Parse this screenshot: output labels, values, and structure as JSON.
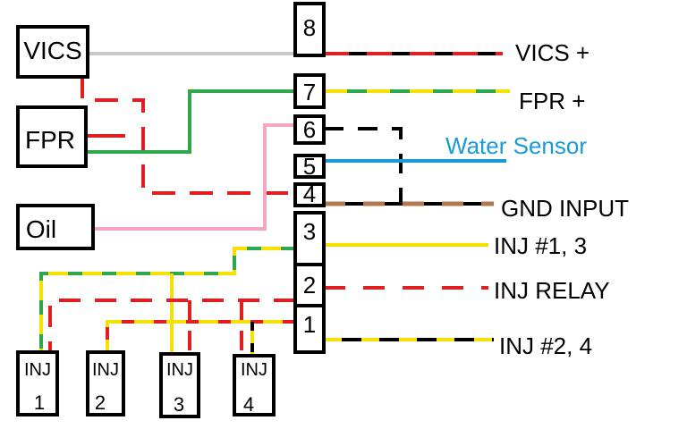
{
  "components": {
    "vics": "VICS",
    "fpr": "FPR",
    "oil": "Oil"
  },
  "connector_pins": [
    "8",
    "7",
    "6",
    "5",
    "4",
    "3",
    "2",
    "1"
  ],
  "outputs": {
    "vics_plus": "VICS +",
    "fpr_plus": "FPR +",
    "water_sensor": "Water Sensor",
    "gnd_input": "GND INPUT",
    "inj_1_3": "INJ #1, 3",
    "inj_relay": "INJ RELAY",
    "inj_2_4": "INJ #2, 4"
  },
  "injectors": [
    {
      "label": "INJ",
      "number": "1"
    },
    {
      "label": "INJ",
      "number": "2"
    },
    {
      "label": "INJ",
      "number": "3"
    },
    {
      "label": "INJ",
      "number": "4"
    }
  ],
  "colors": {
    "red": "#e02020",
    "green": "#2ea84a",
    "yellow": "#f5e000",
    "black": "#000000",
    "gray": "#c8c8c8",
    "pink": "#f4a6c2",
    "blue": "#1a9ad6",
    "brown": "#b07a50",
    "water_label": "#1a9ad6"
  }
}
